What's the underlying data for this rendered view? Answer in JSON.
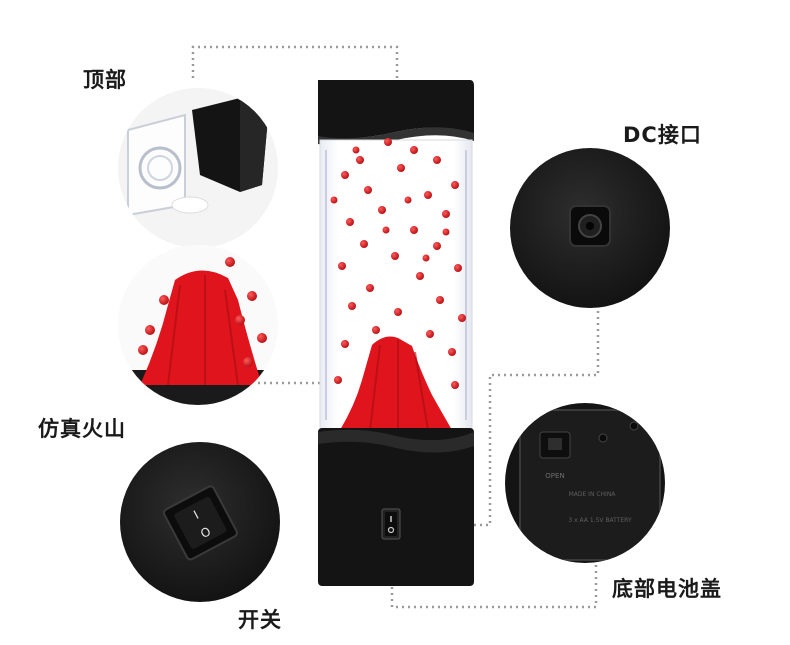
{
  "labels": {
    "top": "顶部",
    "dc_port": "DC接口",
    "volcano": "仿真火山",
    "battery_cover": "底部电池盖",
    "switch": "开关"
  },
  "colors": {
    "lamp_black": "#141414",
    "volcano_red": "#e0141c",
    "bead_red": "#d4161e",
    "leader_line": "#9a9a9a",
    "background": "#ffffff"
  },
  "icons": {
    "switch_symbols": [
      "I",
      "O"
    ]
  },
  "battery_cover_text": {
    "open": "OPEN",
    "made_in": "MADE IN CHINA",
    "spec": "3 x AA 1.5V BATTERY"
  }
}
